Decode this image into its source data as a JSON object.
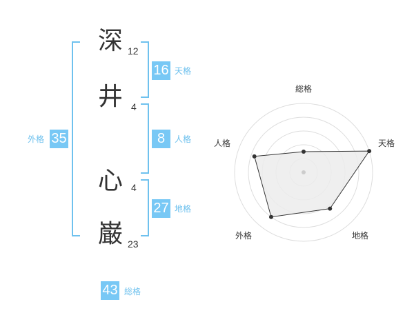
{
  "name": {
    "chars": [
      {
        "char": "深",
        "strokes": "12"
      },
      {
        "char": "井",
        "strokes": "4"
      },
      {
        "char": "心",
        "strokes": "4"
      },
      {
        "char": "巌",
        "strokes": "23"
      }
    ]
  },
  "kaku": {
    "tenkaku": {
      "value": "16",
      "label": "天格"
    },
    "jinkaku": {
      "value": "8",
      "label": "人格"
    },
    "chikaku": {
      "value": "27",
      "label": "地格"
    },
    "gaikaku": {
      "value": "35",
      "label": "外格"
    },
    "soukaku": {
      "value": "43",
      "label": "総格"
    }
  },
  "colors": {
    "accent": "#78c8f5",
    "bracket": "#6ec1ee",
    "text": "#333333"
  },
  "chart_data": {
    "type": "radar",
    "axes": [
      "総格",
      "天格",
      "地格",
      "外格",
      "人格"
    ],
    "values": [
      0.3,
      1.0,
      0.65,
      0.8,
      0.75
    ],
    "scale_max": 1.0,
    "grid_rings": 5
  }
}
